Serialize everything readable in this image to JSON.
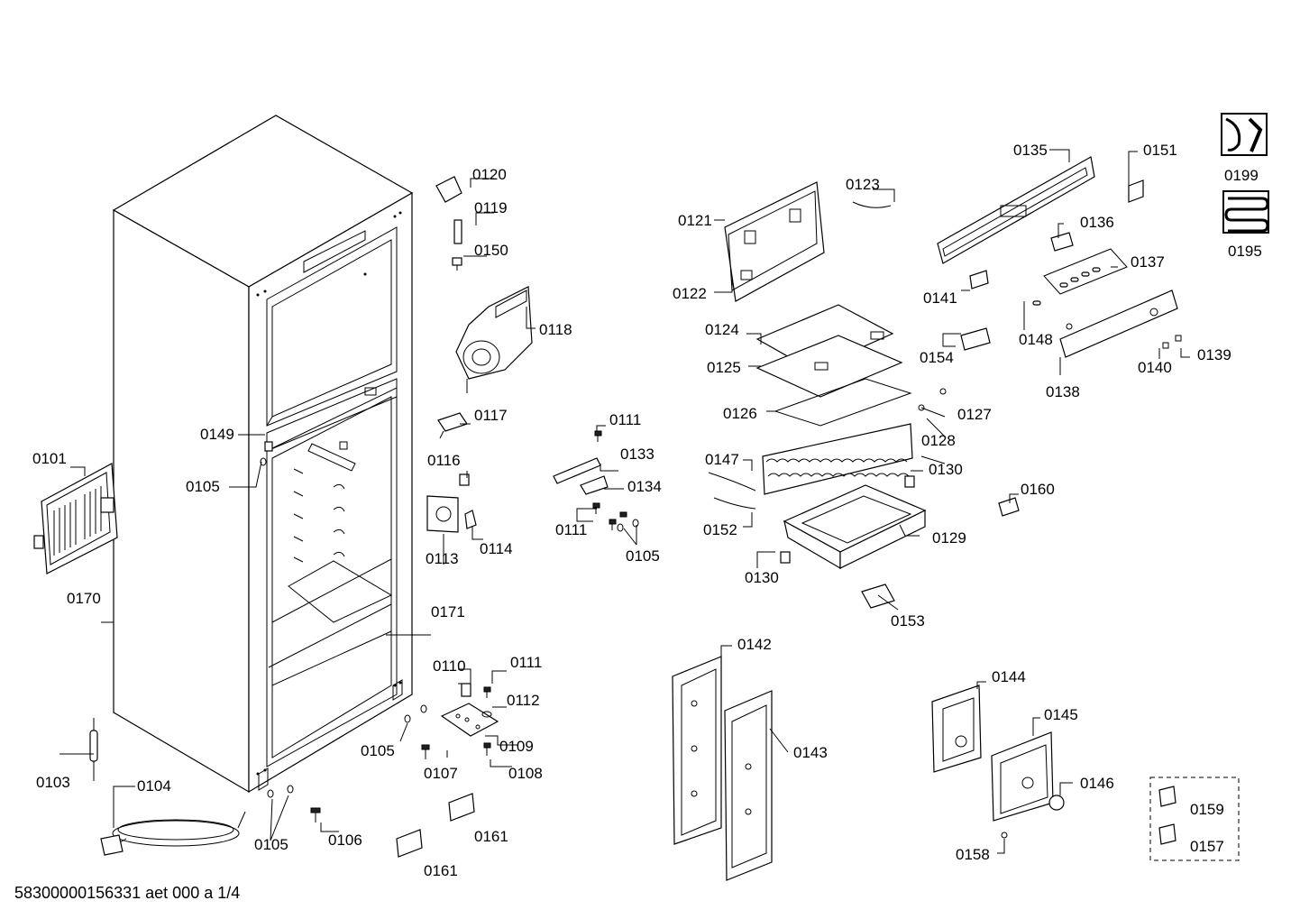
{
  "footer": "58300000156331 aet 000 a 1/4",
  "labels": {
    "l0101": "0101",
    "l0103": "0103",
    "l0104": "0104",
    "l0105a": "0105",
    "l0105b": "0105",
    "l0105c": "0105",
    "l0105d": "0105",
    "l0106": "0106",
    "l0107": "0107",
    "l0108": "0108",
    "l0109": "0109",
    "l0110": "0110",
    "l0111a": "0111",
    "l0111b": "0111",
    "l0111c": "0111",
    "l0112": "0112",
    "l0113": "0113",
    "l0114": "0114",
    "l0116": "0116",
    "l0117": "0117",
    "l0118": "0118",
    "l0119": "0119",
    "l0120": "0120",
    "l0121": "0121",
    "l0122": "0122",
    "l0123": "0123",
    "l0124": "0124",
    "l0125": "0125",
    "l0126": "0126",
    "l0127": "0127",
    "l0128": "0128",
    "l0129": "0129",
    "l0130a": "0130",
    "l0130b": "0130",
    "l0133": "0133",
    "l0134": "0134",
    "l0135": "0135",
    "l0136": "0136",
    "l0137": "0137",
    "l0138": "0138",
    "l0139": "0139",
    "l0140": "0140",
    "l0141": "0141",
    "l0142": "0142",
    "l0143": "0143",
    "l0144": "0144",
    "l0145": "0145",
    "l0146": "0146",
    "l0147": "0147",
    "l0148": "0148",
    "l0149": "0149",
    "l0150": "0150",
    "l0151": "0151",
    "l0152": "0152",
    "l0153": "0153",
    "l0154": "0154",
    "l0157": "0157",
    "l0158": "0158",
    "l0159": "0159",
    "l0160": "0160",
    "l0161a": "0161",
    "l0161b": "0161",
    "l0170": "0170",
    "l0171": "0171",
    "l0195": "0195",
    "l0199": "0199"
  },
  "icons": {
    "service": "wrench-icon",
    "condenser": "coil-icon"
  }
}
